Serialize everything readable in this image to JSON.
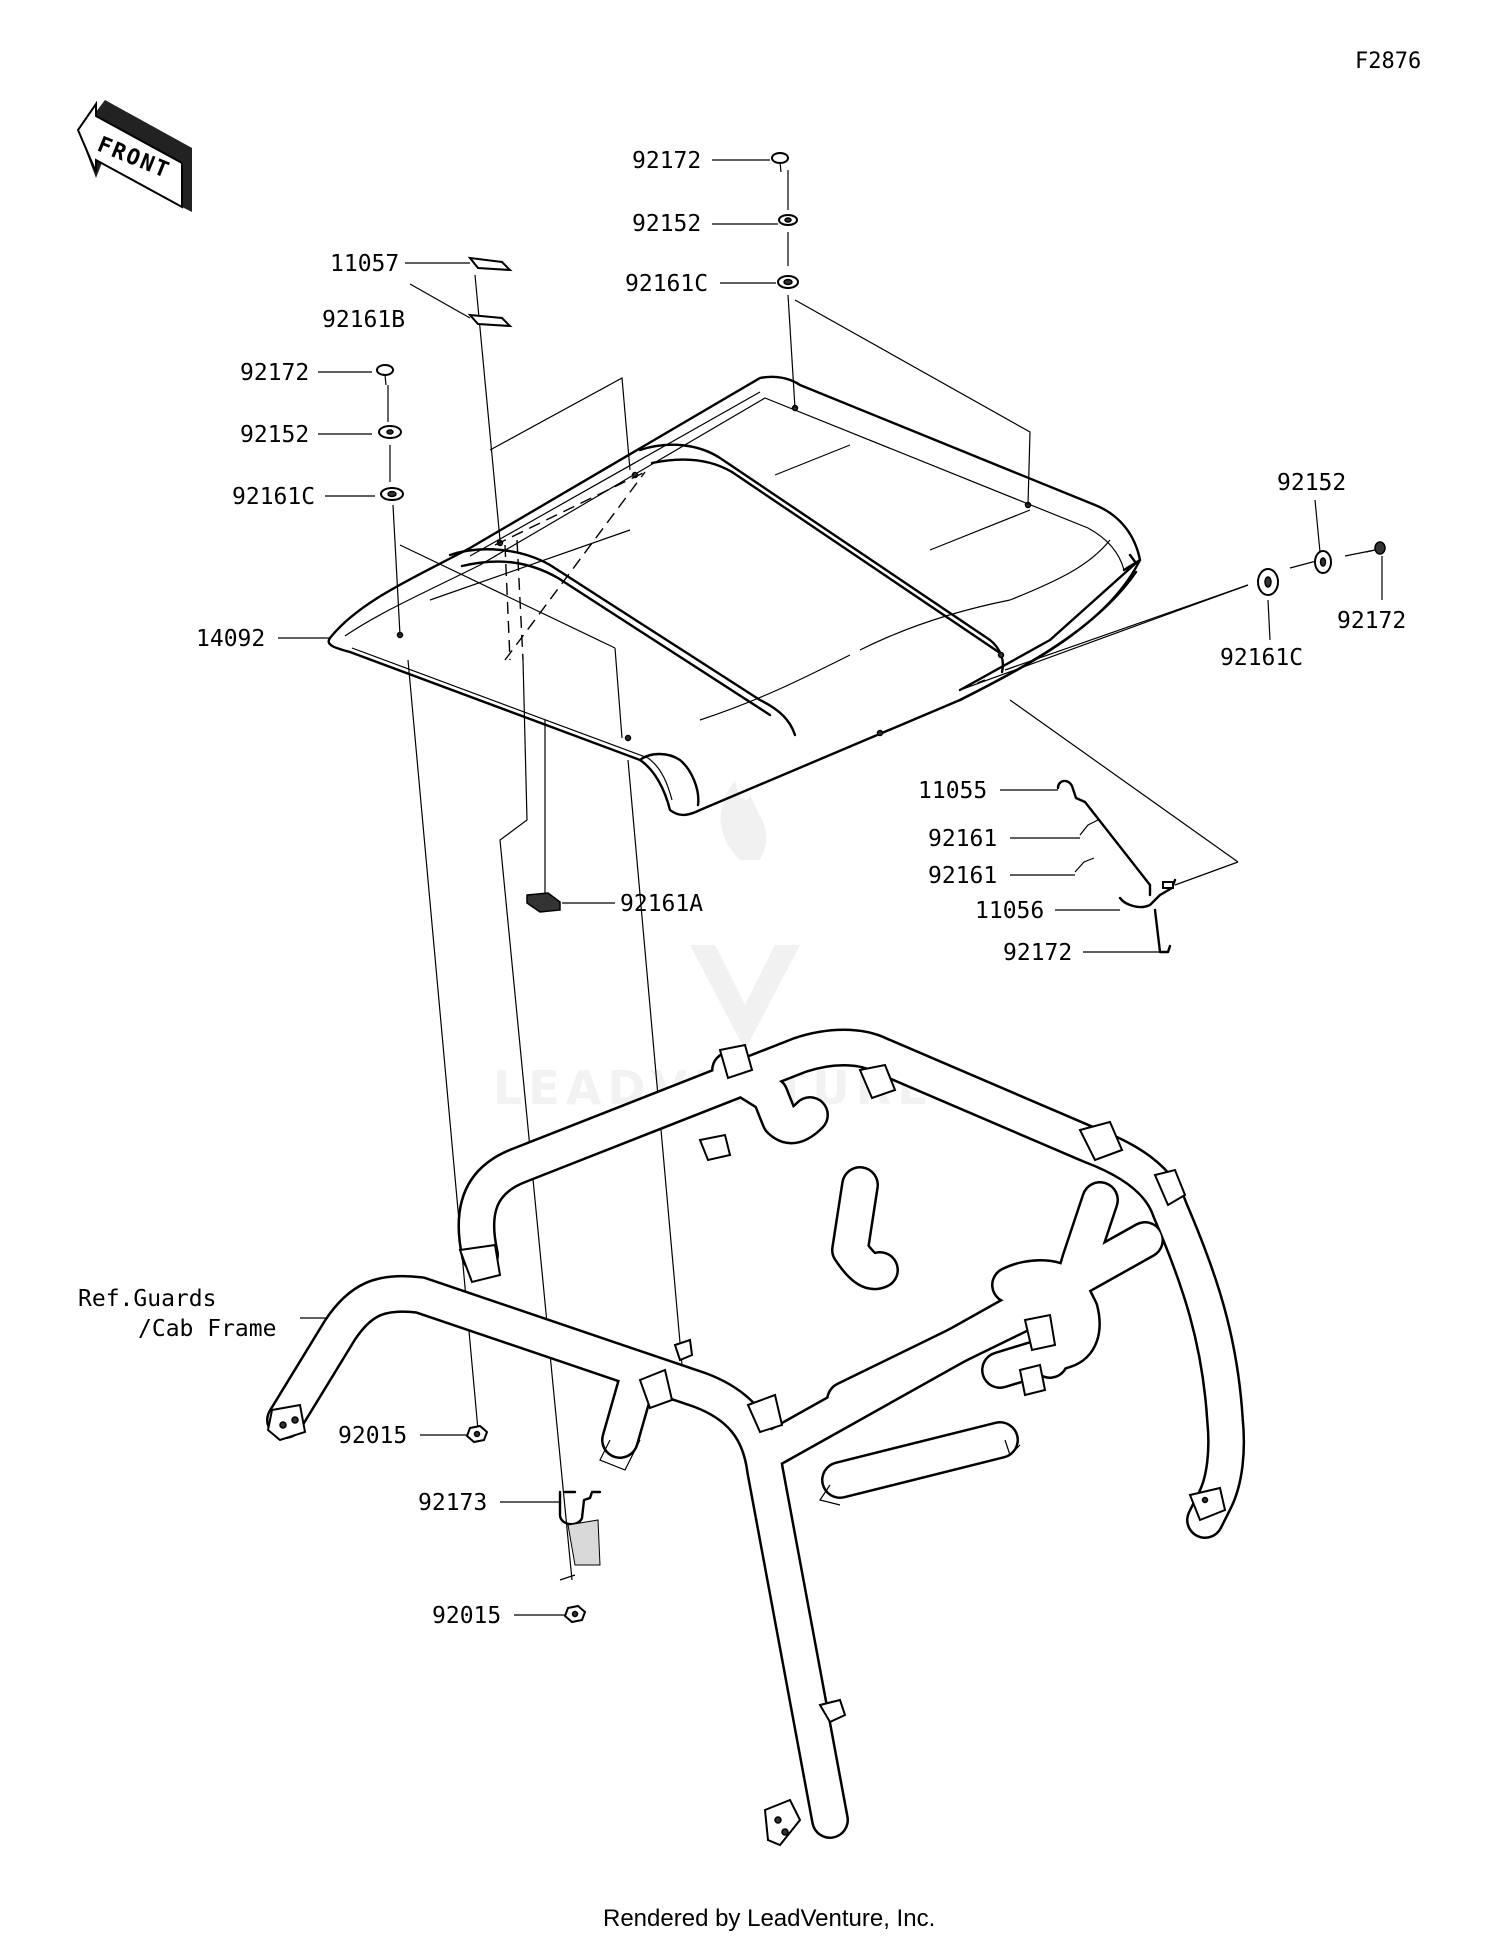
{
  "diagram_code": "F2876",
  "front_arrow_text": "FRONT",
  "callouts": [
    "92172",
    "92152",
    "92161C",
    "11057",
    "92161B",
    "92172",
    "92152",
    "92161C",
    "14092",
    "92152",
    "92172",
    "92161C",
    "11055",
    "92161",
    "92161",
    "11056",
    "92172",
    "92161A",
    "92015",
    "92173",
    "92015"
  ],
  "reference_note": {
    "line1": "Ref.Guards",
    "line2": "/Cab Frame"
  },
  "watermark": "LEADVENTURE",
  "footer": "Rendered by LeadVenture, Inc."
}
